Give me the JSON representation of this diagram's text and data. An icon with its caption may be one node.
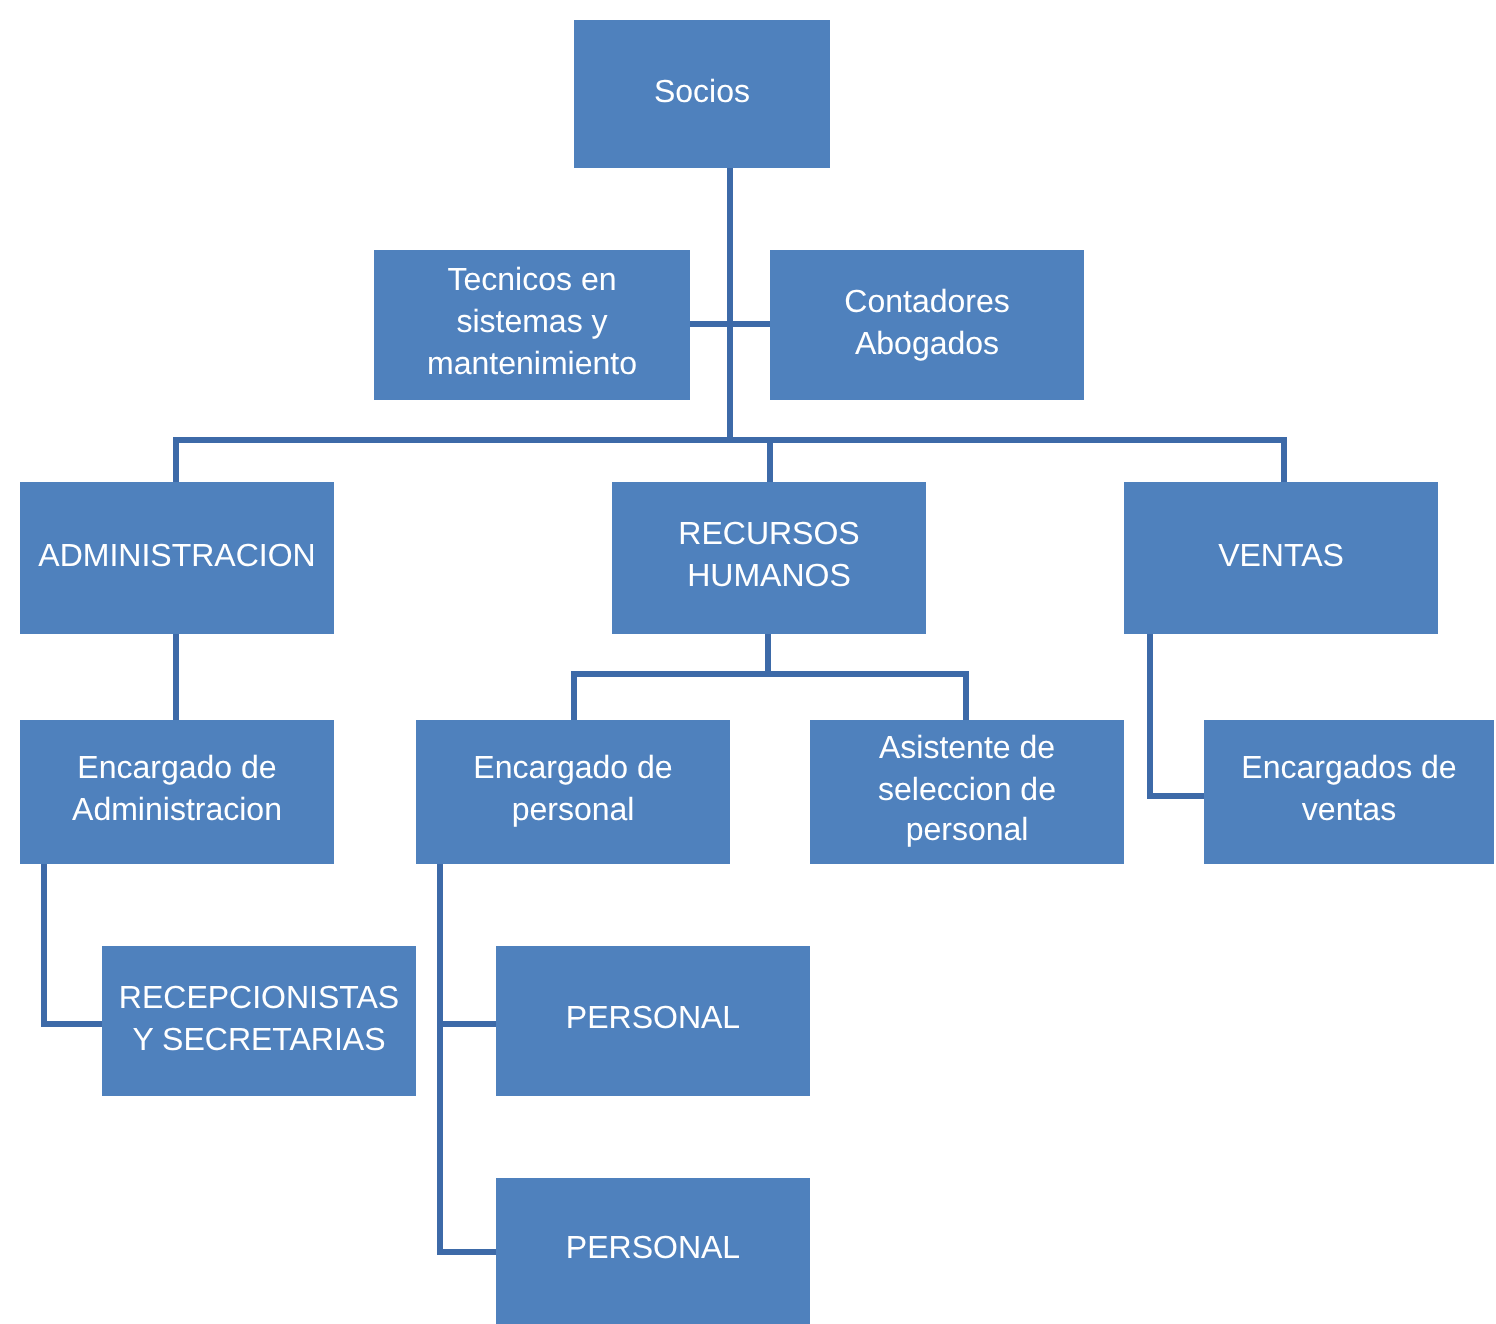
{
  "diagram": {
    "nodes": [
      {
        "text": [
          "Socios"
        ]
      },
      {
        "text": [
          "Tecnicos en sistemas y mantenimiento"
        ]
      },
      {
        "text": [
          "Contadores Abogados"
        ]
      },
      {
        "text": [
          "ADMINISTRACION"
        ]
      },
      {
        "text": [
          "RECURSOS HUMANOS"
        ]
      },
      {
        "text": [
          "VENTAS"
        ]
      },
      {
        "text": [
          "Encargado de Administracion"
        ]
      },
      {
        "text": [
          "Encargado de personal"
        ]
      },
      {
        "text": [
          "Asistente de seleccion de personal"
        ]
      },
      {
        "text": [
          "Encargados de ventas"
        ]
      },
      {
        "text": [
          "RECEPCIONISTAS Y SECRETARIAS"
        ]
      },
      {
        "text": [
          "PERSONAL"
        ]
      },
      {
        "text": [
          "PERSONAL"
        ]
      }
    ],
    "edges": [
      {
        "from": 0,
        "to": 1,
        "arrow": "none"
      },
      {
        "from": 0,
        "to": 2,
        "arrow": "none"
      },
      {
        "from": 0,
        "to": 3,
        "arrow": "none"
      },
      {
        "from": 0,
        "to": 4,
        "arrow": "none"
      },
      {
        "from": 0,
        "to": 5,
        "arrow": "none"
      },
      {
        "from": 3,
        "to": 6,
        "arrow": "none"
      },
      {
        "from": 4,
        "to": 7,
        "arrow": "none"
      },
      {
        "from": 4,
        "to": 8,
        "arrow": "none"
      },
      {
        "from": 5,
        "to": 9,
        "arrow": "none"
      },
      {
        "from": 6,
        "to": 10,
        "arrow": "none"
      },
      {
        "from": 7,
        "to": 11,
        "arrow": "none"
      },
      {
        "from": 7,
        "to": 12,
        "arrow": "none"
      }
    ]
  }
}
